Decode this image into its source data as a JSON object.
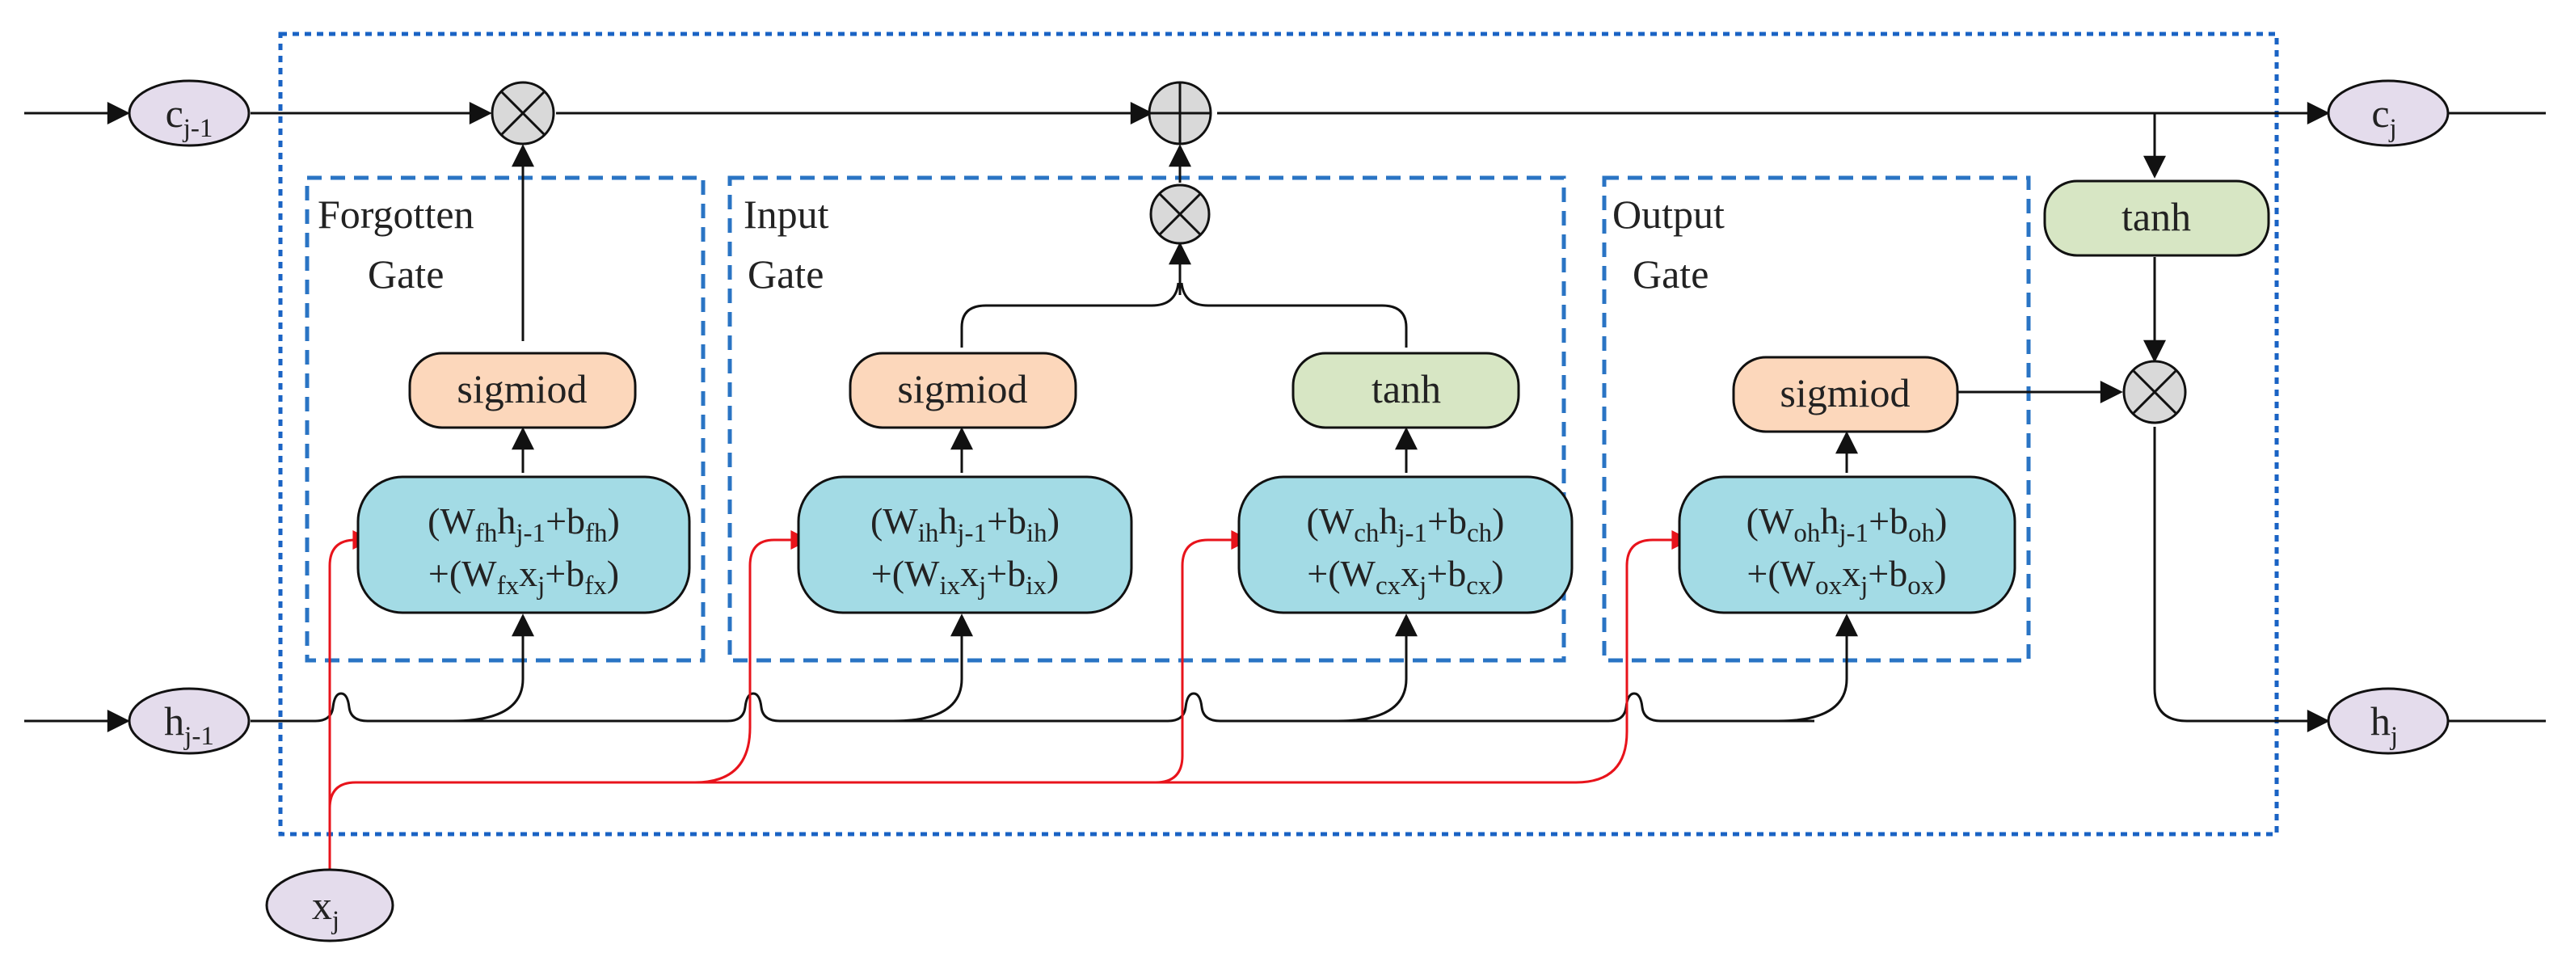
{
  "nodes": {
    "c_prev": {
      "base": "c",
      "sub": "j-1"
    },
    "h_prev": {
      "base": "h",
      "sub": "j-1"
    },
    "c_next": {
      "base": "c",
      "sub": "j"
    },
    "h_next": {
      "base": "h",
      "sub": "j"
    },
    "x_in": {
      "base": "x",
      "sub": "j"
    }
  },
  "gates": {
    "forget": {
      "line1": "Forgotten",
      "line2": "Gate"
    },
    "input": {
      "line1": "Input",
      "line2": "Gate"
    },
    "output": {
      "line1": "Output",
      "line2": "Gate"
    }
  },
  "functions": {
    "forget_act": "sigmiod",
    "input_act": "sigmiod",
    "cand_act": "tanh",
    "output_act": "sigmiod",
    "cell_act": "tanh"
  },
  "equations": {
    "forget": {
      "l1": {
        "a": "(W",
        "s1": "fh",
        "b": "h",
        "s2": "j-1",
        "c": "+b",
        "s3": "fh",
        "d": ")"
      },
      "l2": {
        "a": "+(W",
        "s1": "fx",
        "b": "x",
        "s2": "j",
        "c": "+b",
        "s3": "fx",
        "d": ")"
      }
    },
    "input": {
      "l1": {
        "a": "(W",
        "s1": "ih",
        "b": "h",
        "s2": "j-1",
        "c": "+b",
        "s3": "ih",
        "d": ")"
      },
      "l2": {
        "a": "+(W",
        "s1": "ix",
        "b": "x",
        "s2": "j",
        "c": "+b",
        "s3": "ix",
        "d": ")"
      }
    },
    "cand": {
      "l1": {
        "a": "(W",
        "s1": "ch",
        "b": "h",
        "s2": "j-1",
        "c": "+b",
        "s3": "ch",
        "d": ")"
      },
      "l2": {
        "a": "+(W",
        "s1": "cx",
        "b": "x",
        "s2": "j",
        "c": "+b",
        "s3": "cx",
        "d": ")"
      }
    },
    "output": {
      "l1": {
        "a": "(W",
        "s1": "oh",
        "b": "h",
        "s2": "j-1",
        "c": "+b",
        "s3": "oh",
        "d": ")"
      },
      "l2": {
        "a": "+(W",
        "s1": "ox",
        "b": "x",
        "s2": "j",
        "c": "+b",
        "s3": "ox",
        "d": ")"
      }
    }
  },
  "colors": {
    "state_node": "#e4dcec",
    "sigmoid_fill": "#fcd7bb",
    "tanh_fill": "#d7e6c4",
    "equation_fill": "#a3dbe5",
    "cell_border": "#1a63c4",
    "gate_border": "#2a74c4",
    "input_wire": "#e8131b"
  }
}
